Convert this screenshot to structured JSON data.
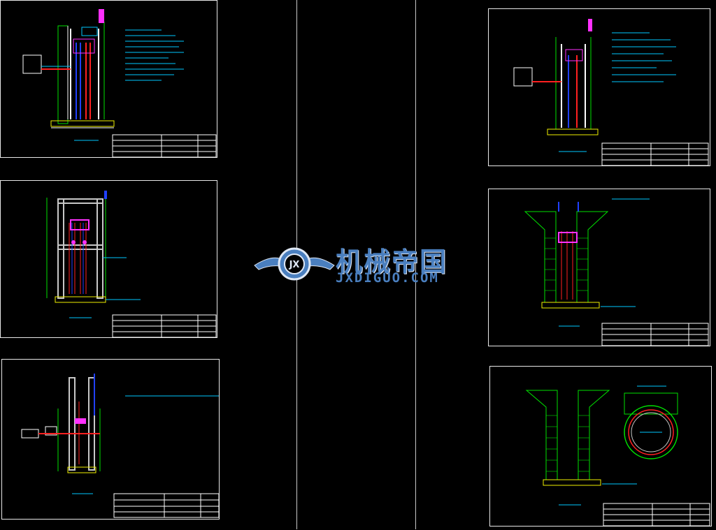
{
  "watermark": {
    "title": "机械帝国",
    "subtitle": "JXDIGUO.COM",
    "logo_letters": "JX"
  },
  "colors": {
    "background": "#000000",
    "frame": "#e8e8e8",
    "cyan": "#00c8ff",
    "green": "#00e000",
    "red": "#ff2020",
    "blue": "#2040ff",
    "magenta": "#ff30ff",
    "yellow": "#f0f000",
    "white": "#ffffff"
  },
  "sheets": [
    {
      "id": "sheet-1"
    },
    {
      "id": "sheet-2"
    },
    {
      "id": "sheet-3"
    },
    {
      "id": "sheet-4"
    },
    {
      "id": "sheet-5"
    },
    {
      "id": "sheet-6"
    }
  ]
}
